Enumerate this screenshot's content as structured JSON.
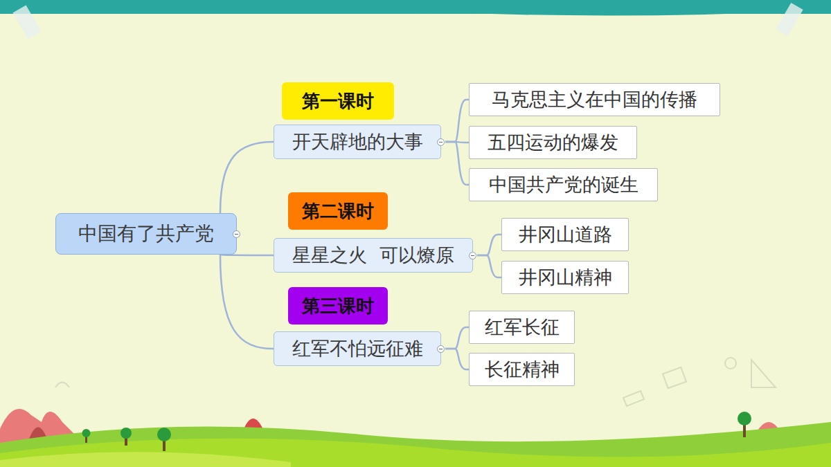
{
  "diagram": {
    "nodes": [
      {
        "text": [
          "中国有了共产党"
        ]
      },
      {
        "text": [
          "第一课时"
        ]
      },
      {
        "text": [
          "开天辟地的大事"
        ]
      },
      {
        "text": [
          "马克思主义在中国的传播"
        ]
      },
      {
        "text": [
          "五四运动的爆发"
        ]
      },
      {
        "text": [
          "中国共产党的诞生"
        ]
      },
      {
        "text": [
          "第二课时"
        ]
      },
      {
        "text": [
          "星星之火  可以燎原"
        ]
      },
      {
        "text": [
          "井冈山道路"
        ]
      },
      {
        "text": [
          "井冈山精神"
        ]
      },
      {
        "text": [
          "第三课时"
        ]
      },
      {
        "text": [
          "红军不怕远征难"
        ]
      },
      {
        "text": [
          "红军长征"
        ]
      },
      {
        "text": [
          "长征精神"
        ]
      }
    ],
    "edges": [
      {
        "from": 0,
        "to": 2,
        "arrow": "none"
      },
      {
        "from": 0,
        "to": 7,
        "arrow": "none"
      },
      {
        "from": 0,
        "to": 11,
        "arrow": "none"
      },
      {
        "from": 2,
        "to": 3,
        "arrow": "none"
      },
      {
        "from": 2,
        "to": 4,
        "arrow": "none"
      },
      {
        "from": 2,
        "to": 5,
        "arrow": "none"
      },
      {
        "from": 7,
        "to": 8,
        "arrow": "none"
      },
      {
        "from": 7,
        "to": 9,
        "arrow": "none"
      },
      {
        "from": 11,
        "to": 12,
        "arrow": "none"
      },
      {
        "from": 11,
        "to": 13,
        "arrow": "none"
      }
    ]
  }
}
